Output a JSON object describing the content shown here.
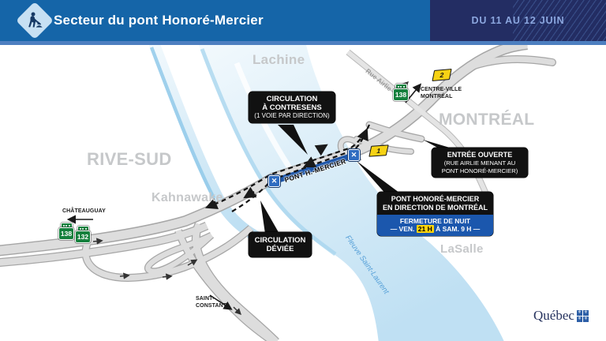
{
  "header": {
    "title": "Secteur du pont Honoré-Mercier",
    "date_range": "DU 11 AU 12 JUIN"
  },
  "map": {
    "areas": {
      "lachine": "Lachine",
      "montreal": "MONTRÉAL",
      "rive_sud": "RIVE-SUD",
      "kahnawake": "Kahnawake",
      "lasalle": "LaSalle"
    },
    "river_label": "Fleuve Saint-Laurent",
    "street_label": "Rue Airlie",
    "bridge_label": "PONT H.-MERCIER",
    "directions": {
      "centre_ville_line1": "CENTRE-VILLE",
      "centre_ville_line2": "MONTRÉAL",
      "chateauguay": "CHÂTEAUGUAY",
      "saint_constant_line1": "SAINT-",
      "saint_constant_line2": "CONSTANT"
    },
    "shields": {
      "route_138": "138",
      "route_132": "132",
      "exit_2": "2",
      "exit_1": "1",
      "closed_marker": "✕"
    },
    "callouts": {
      "contresens": {
        "line1": "CIRCULATION",
        "line2": "À CONTRESENS",
        "line3": "(1 VOIE PAR DIRECTION)"
      },
      "entree": {
        "line1": "ENTRÉE OUVERTE",
        "line2": "(RUE AIRLIE MENANT AU",
        "line3": "PONT HONORÉ-MERCIER)"
      },
      "fermeture": {
        "line1": "PONT HONORÉ-MERCIER",
        "line2": "EN DIRECTION DE MONTRÉAL",
        "line3": "FERMETURE DE NUIT",
        "pre": "— VEN.",
        "highlight": "21 H",
        "post": "À SAM. 9 H —"
      },
      "deviee": {
        "line1": "CIRCULATION",
        "line2": "DÉVIÉE"
      }
    }
  },
  "footer": {
    "wordmark": "Québec"
  },
  "colors": {
    "header_blue": "#1565a8",
    "header_navy": "#232d63",
    "header_underline": "#4d7fc0",
    "closure_blue": "#1e56a8",
    "callout_blue": "#1b57ad",
    "highlight_yellow": "#ffd40a",
    "water_blue": "#bfe0f3",
    "shield_green": "#15803d",
    "shield_yellow": "#f6d214",
    "callout_black": "#111111",
    "road_gray": "#dddddd"
  }
}
